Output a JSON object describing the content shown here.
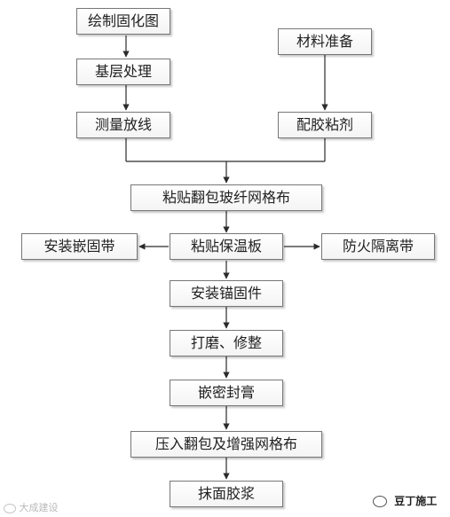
{
  "nodes": {
    "draw_fixing_plan": "绘制固化图",
    "base_treatment": "基层处理",
    "measure_lines": "测量放线",
    "material_prep": "材料准备",
    "mix_adhesive": "配胶粘剂",
    "paste_mesh_wrap": "粘贴翻包玻纤网格布",
    "install_embedded_strip": "安装嵌固带",
    "paste_insulation": "粘贴保温板",
    "fire_barrier": "防火隔离带",
    "install_anchors": "安装锚固件",
    "grind_trim": "打磨、修整",
    "caulk_seal": "嵌密封膏",
    "press_mesh": "压入翻包及增强网格布",
    "plaster_mortar": "抹面胶浆"
  },
  "watermark": {
    "left_text": "大成建设",
    "right_text": "豆丁施工"
  },
  "colors": {
    "line": "#2b2b2b",
    "border": "#777777",
    "text": "#222222"
  }
}
